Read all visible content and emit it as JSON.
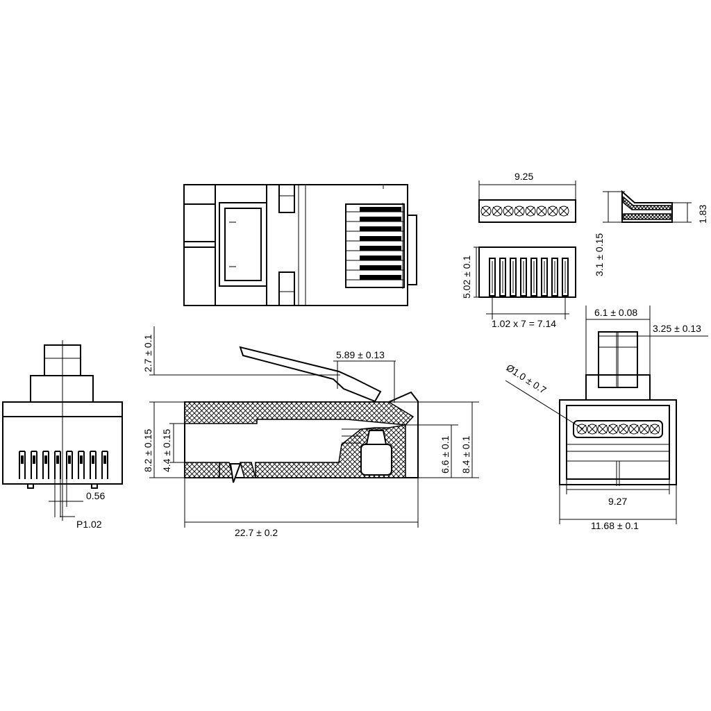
{
  "dimensions": {
    "top_width": "9.25",
    "side_height": "1.83",
    "contact_height": "5.02 ± 0.1",
    "side_offset": "3.1 ± 0.15",
    "pitch_total": "1.02 x 7 = 7.14",
    "latch_width": "6.1 ± 0.08",
    "latch_inner": "3.25 ± 0.13",
    "cable_dia": "Ø1.0 ± 0.7",
    "inner_width": "9.27",
    "outer_width": "11.68 ± 0.1",
    "latch_height": "2.7 ± 0.1",
    "latch_gap": "5.89 ± 0.13",
    "body_height": "8.2 ± 0.15",
    "cavity_height": "4.4 ± 0.15",
    "front_inner_height": "6.6 ± 0.1",
    "front_outer_height": "8.4 ± 0.1",
    "total_length": "22.7 ± 0.2",
    "blade_width": "0.56",
    "pitch": "P1.02"
  }
}
